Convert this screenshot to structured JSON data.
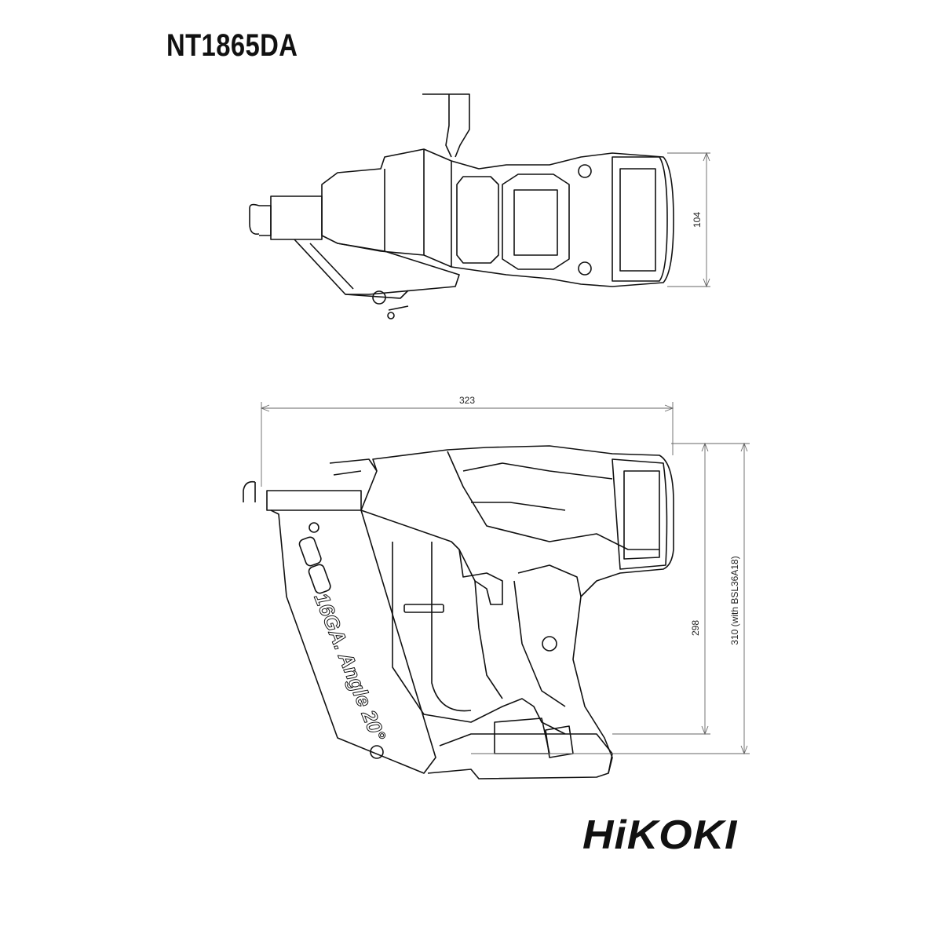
{
  "title": "NT1865DA",
  "dimensions": {
    "top_width": "104",
    "length": "323",
    "height": "298",
    "height_with_battery": "310 (with BSL36A18)"
  },
  "tool_lettering": "16GA. Angle 20°",
  "logo": "HiKOKI"
}
